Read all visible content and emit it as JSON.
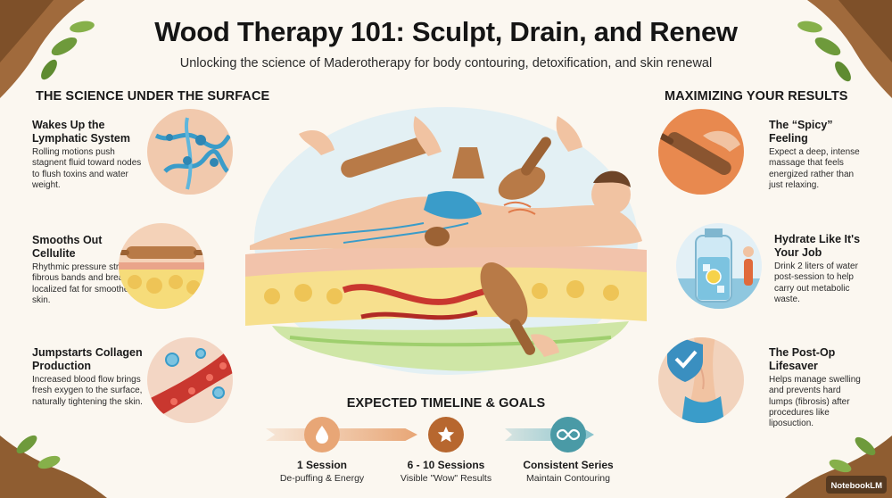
{
  "title": "Wood Therapy 101: Sculpt, Drain, and Renew",
  "subtitle": "Unlocking the science of Maderotherapy for body contouring, detoxification, and skin renewal",
  "left": {
    "heading": "THE SCIENCE UNDER THE SURFACE",
    "items": [
      {
        "title": "Wakes Up the Lymphatic System",
        "text": "Rolling motions push stagnent fluid toward nodes to flush toxins and water weight."
      },
      {
        "title": "Smooths Out Cellulite",
        "text": "Rhythmic pressure stretches fibrous bands and breaks up localized fat for smoother skin."
      },
      {
        "title": "Jumpstarts Collagen Production",
        "text": "Increased blood flow brings fresh exygen to the surface, naturally tightening the skin."
      }
    ]
  },
  "right": {
    "heading": "MAXIMIZING YOUR RESULTS",
    "items": [
      {
        "title": "The “Spicy” Feeling",
        "text": "Expect a deep, intense massage that feels energized rather than just relaxing."
      },
      {
        "title": "Hydrate Like It's Your Job",
        "text": "Drink 2 liters of water post-session to help carry out metabolic waste."
      },
      {
        "title": "The Post-Op Lifesaver",
        "text": "Helps manage swelling and prevents hard lumps (fibrosis) after procedures like liposuction."
      }
    ]
  },
  "timeline": {
    "heading": "EXPECTED TIMELINE & GOALS",
    "steps": [
      {
        "label": "1 Session",
        "sub": "De-puffing & Energy",
        "icon": "water-drop-icon",
        "color": "#e8a676"
      },
      {
        "label": "6 - 10 Sessions",
        "sub": "Visible \"Wow\" Results",
        "icon": "star-icon",
        "color": "#b7672f"
      },
      {
        "label": "Consistent Series",
        "sub": "Maintain Contouring",
        "icon": "infinity-icon",
        "color": "#4a9aa6"
      }
    ]
  },
  "footer": {
    "brand": "NotebookLM"
  },
  "colors": {
    "wood": "#b87a47",
    "lymph": "#3a9cc9",
    "accent_teal": "#4a9aa6",
    "skin": "#f1c3a2"
  }
}
